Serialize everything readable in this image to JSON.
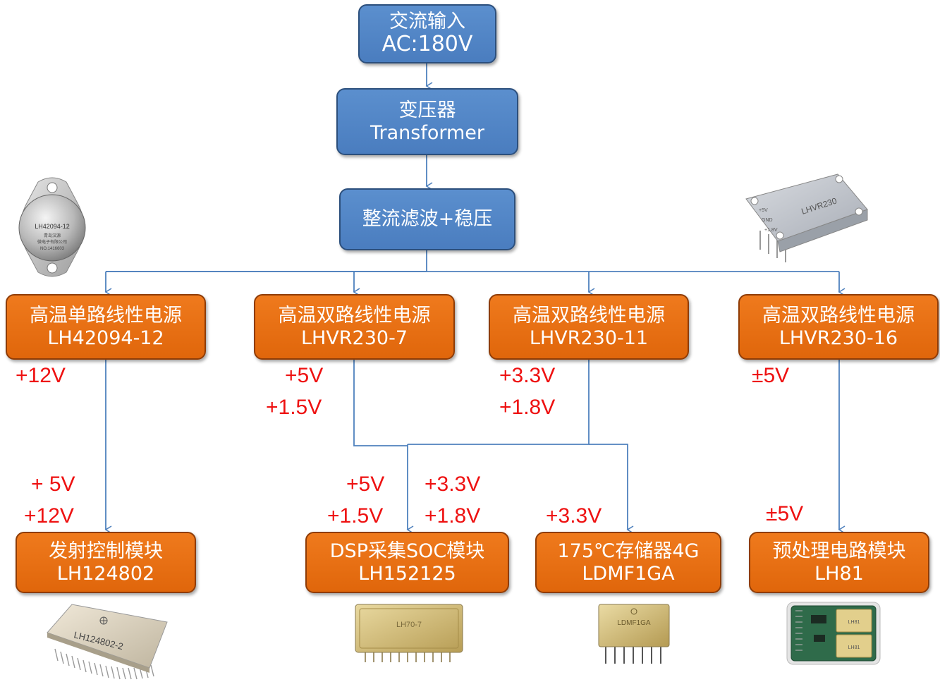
{
  "nodes": {
    "ac_input": {
      "line1": "交流输入",
      "line2": "AC:180V"
    },
    "transformer": {
      "line1": "变压器",
      "line2": "Transformer"
    },
    "rectifier": {
      "line1": "整流滤波+稳压"
    },
    "psu1": {
      "line1": "高温单路线性电源",
      "line2": "LH42094-12"
    },
    "psu2": {
      "line1": "高温双路线性电源",
      "line2": "LHVR230-7"
    },
    "psu3": {
      "line1": "高温双路线性电源",
      "line2": "LHVR230-11"
    },
    "psu4": {
      "line1": "高温双路线性电源",
      "line2": "LHVR230-16"
    },
    "mod1": {
      "line1": "发射控制模块",
      "line2": "LH124802"
    },
    "mod2": {
      "line1": "DSP采集SOC模块",
      "line2": "LH152125"
    },
    "mod3": {
      "line1": "175℃存储器4G",
      "line2": "LDMF1GA"
    },
    "mod4": {
      "line1": "预处理电路模块",
      "line2": "LH81"
    }
  },
  "voltages": {
    "psu1_out": "+12V",
    "psu2_out_a": "+5V",
    "psu2_out_b": "+1.5V",
    "psu3_out_a": "+3.3V",
    "psu3_out_b": "+1.8V",
    "psu4_out": "±5V",
    "mod1_in_a": "+ 5V",
    "mod1_in_b": "+12V",
    "mod2_in_a": "+5V",
    "mod2_in_b": "+1.5V",
    "mod2_in_c": "+3.3V",
    "mod2_in_d": "+1.8V",
    "mod3_in": "+3.3V",
    "mod4_in": "±5V"
  },
  "chip_labels": {
    "psu1_chip": "LH42094-12",
    "psu1_chip_sub1": "青岛汉源",
    "psu1_chip_sub2": "微电子有限公司",
    "psu1_chip_sub3": "NO.1416603",
    "psu_box": "LHVR230",
    "psu_box_pin1": "+5V",
    "psu_box_pin2": "GND",
    "psu_box_pin3": "+1.8V",
    "mod1_chip": "LH124802-2",
    "mod2_chip": "LH70-7",
    "mod3_chip": "LDMF1GA",
    "mod4_chip_a": "LH81",
    "mod4_chip_b": "LH81"
  },
  "colors": {
    "blue_box": "#4f81bd",
    "orange_box": "#e46c0a",
    "connector": "#4f81bd",
    "voltage_text": "#ee1111"
  }
}
